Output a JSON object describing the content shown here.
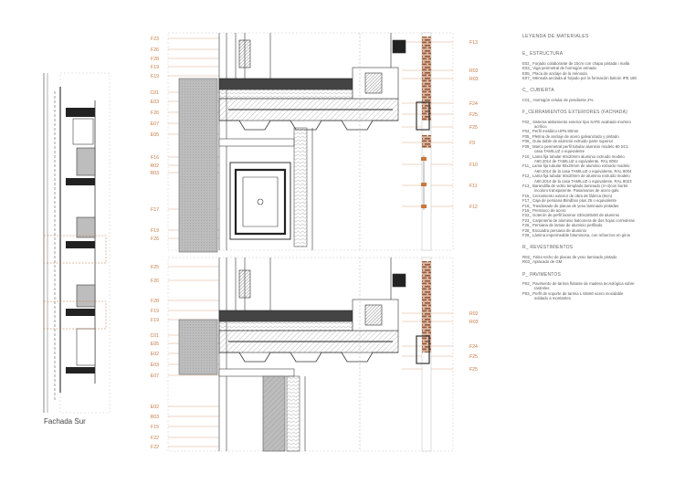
{
  "caption": "Fachada Sur",
  "colors": {
    "accent": "#c8773f",
    "line": "#3a3a3a",
    "hatch": "#8a8a8a",
    "panel": "#bdbdbd",
    "brick": "#9a5a3a"
  },
  "detail_top": {
    "left_codes": [
      "F23",
      "F26",
      "F28",
      "F19",
      "F19",
      "C01",
      "E03",
      "F26",
      "E07",
      "E05",
      "F16",
      "R02",
      "R03",
      "F17",
      "F19",
      "F26"
    ],
    "right_codes": [
      "F13",
      "R02",
      "R03",
      "F24",
      "F25",
      "F25",
      "F9",
      "F10",
      "F11",
      "F12"
    ]
  },
  "detail_bottom": {
    "left_codes": [
      "F25",
      "F26",
      "F28",
      "F19",
      "F19",
      "C01",
      "E05",
      "E02",
      "E03",
      "E07",
      "E02",
      "R03",
      "F15",
      "F22",
      "F22"
    ],
    "right_codes": [
      "R02",
      "R03",
      "F24",
      "F25",
      "F25"
    ]
  },
  "legend": {
    "title": "LEYENDA DE MATERIALES",
    "sections": [
      {
        "heading": "E_ ESTRUCTURA",
        "items": [
          {
            "text": "E02_ Forjado colaborante de 15cm con chapa pintada i malla",
            "sub": false
          },
          {
            "text": "E03_ Viga perimetral de hormigón armado",
            "sub": false
          },
          {
            "text": "E05_ Placa de anclaje de la ménsula",
            "sub": false
          },
          {
            "text": "E07_ Ménsula anclada al forjado por la formación balcón IPE 180",
            "sub": false
          }
        ]
      },
      {
        "heading": "C_ CUBIERTA",
        "items": [
          {
            "text": "C01_ Hormigón celular de pendiente 2%",
            "sub": false
          }
        ]
      },
      {
        "heading": "F_CERRAMIENTOS EXTERIORES (FACHADA)",
        "items": [
          {
            "text": "F02_ Sistema aislamiento exterior tipo SATE acabado mortero",
            "sub": false
          },
          {
            "text": "acrílico",
            "sub": true
          },
          {
            "text": "F04_ Perfil metálico UPN 80mm",
            "sub": false
          },
          {
            "text": "F05_ Pletina de anclaje de acero galvanizado y pintado",
            "sub": false
          },
          {
            "text": "F06_ Guía doble de aluminio extruido parte superior",
            "sub": false
          },
          {
            "text": "F09_ Marco perimetral perfil tubular aluminio modelo 80 SC1",
            "sub": false
          },
          {
            "text": "casa TAMILUZ o equivalente",
            "sub": true
          },
          {
            "text": "F10_ Lama fija tubular 60x20mm aluminio extruido modelo",
            "sub": false
          },
          {
            "text": "A60.2014 de TAMILUZ o equivalente, RAL 8002",
            "sub": true
          },
          {
            "text": "F11_ Lama fija tubular 60x20mm de aluminio extruido modelo",
            "sub": false
          },
          {
            "text": "A60.2014 de la casa TAMILUZ o equivalente, RAL 8004",
            "sub": true
          },
          {
            "text": "F12_ Lama fija tubular 60x20mm de aluminio extruido modelo",
            "sub": false
          },
          {
            "text": "A60.2014 de la casa TAMILUZ o equivalente, RAL 8023",
            "sub": true
          },
          {
            "text": "F13_ Barandilla de vidrio templado laminado (4+4)con burlet",
            "sub": false
          },
          {
            "text": "incoloro transparente. Pasamanos de acero galv.",
            "sub": true
          },
          {
            "text": "F15_ Cerramiento exterior de obra de fábrica (9cm)",
            "sub": false
          },
          {
            "text": "F17_ Caja de persiana Blindbox plus 25 o equivalente",
            "sub": false
          },
          {
            "text": "F19_ Trasdosado de placas de yeso laminado pintadas",
            "sub": false
          },
          {
            "text": "F19_ Premarco de acero",
            "sub": false
          },
          {
            "text": "F22_ Goterón de perfil laminar 230x180x50 de aluminio",
            "sub": false
          },
          {
            "text": "F23_ Carpintería de aluminio balconera de dos hojas correderas",
            "sub": false
          },
          {
            "text": "F26_ Persiana de lamas de aluminio perfilado",
            "sub": false
          },
          {
            "text": "F28_ Escuadra persiana de aluminio",
            "sub": false
          },
          {
            "text": "F29_ Lámina impermeable bituminosa, con refuerzos en giros",
            "sub": false
          }
        ]
      },
      {
        "heading": "R_ REVESTIMIENTOS",
        "items": [
          {
            "text": "R02_ Falso techo de placas de yeso laminado pintado",
            "sub": false
          },
          {
            "text": "R03_ Aplacado de GM",
            "sub": false
          }
        ]
      },
      {
        "heading": "P_ PAVIMENTOS",
        "items": [
          {
            "text": "P02_ Pavimento de tarima flotante de madera tecnológica sobre",
            "sub": false
          },
          {
            "text": "rastreles",
            "sub": true
          },
          {
            "text": "P03_ Perfil de soporte de tarima L 60x60 acero inoxidable",
            "sub": false
          },
          {
            "text": "soldado a montantes",
            "sub": true
          }
        ]
      }
    ]
  }
}
